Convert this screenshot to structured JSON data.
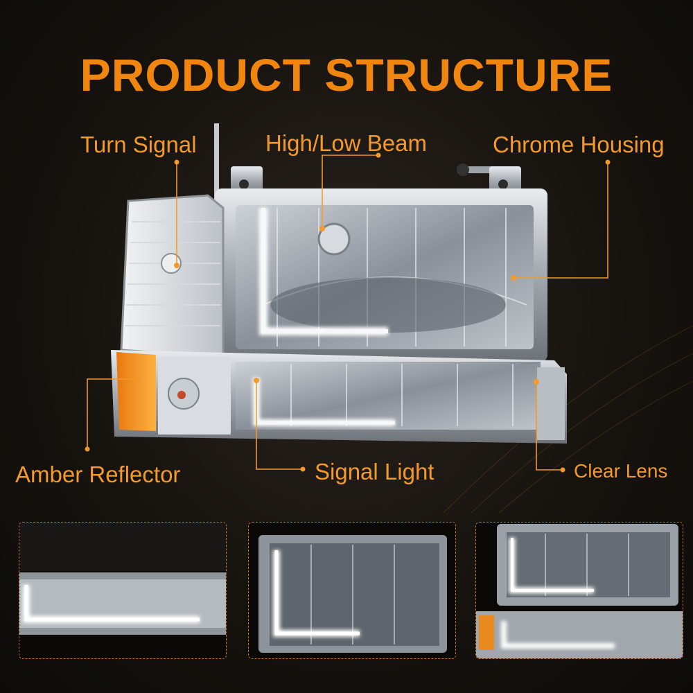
{
  "title": "PRODUCT STRUCTURE",
  "callouts": {
    "turn_signal": "Turn Signal",
    "high_low_beam": "High/Low Beam",
    "chrome_housing": "Chrome Housing",
    "amber_reflector": "Amber Reflector",
    "signal_light": "Signal Light",
    "clear_lens": "Clear Lens"
  },
  "colors": {
    "accent": "#f0860f",
    "label": "#f39a2a",
    "background": "#17130f"
  },
  "thumbnails": [
    {
      "name": "thumbnail-left"
    },
    {
      "name": "thumbnail-center"
    },
    {
      "name": "thumbnail-right"
    }
  ]
}
